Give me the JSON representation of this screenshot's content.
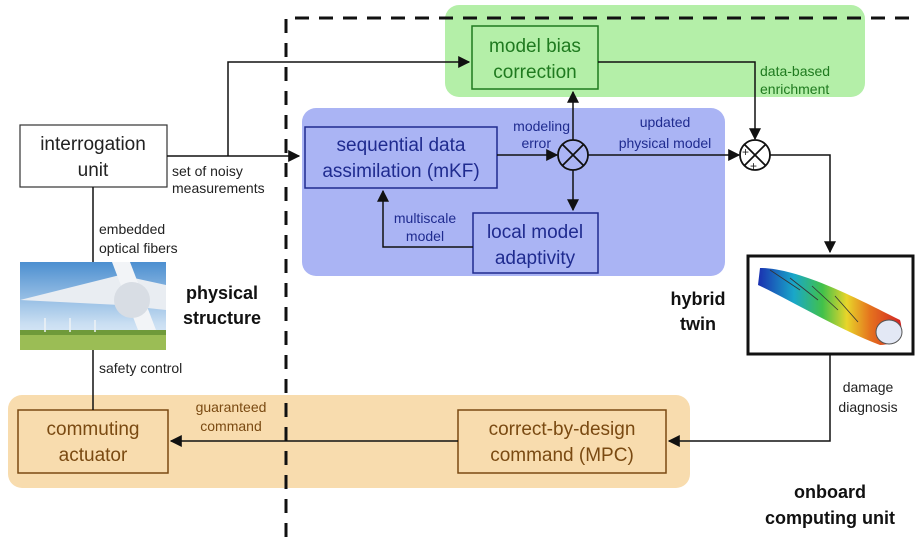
{
  "boxes": {
    "model_bias_line1": "model bias",
    "model_bias_line2": "correction",
    "sda_line1": "sequential data",
    "sda_line2": "assimilation (mKF)",
    "local_line1": "local model",
    "local_line2": "adaptivity",
    "interrogation_line1": "interrogation",
    "interrogation_line2": "unit",
    "cbd_line1": "correct-by-design",
    "cbd_line2": "command (MPC)",
    "actuator_line1": "commuting",
    "actuator_line2": "actuator"
  },
  "labels": {
    "noisy_line1": "set of noisy",
    "noisy_line2": "measurements",
    "modeling_error_line1": "modeling",
    "modeling_error_line2": "error",
    "updated_line1": "updated",
    "updated_line2": "physical model",
    "data_based_line1": "data-based",
    "data_based_line2": "enrichment",
    "multiscale_line1": "multiscale",
    "multiscale_line2": "model",
    "embedded_line1": "embedded",
    "embedded_line2": "optical fibers",
    "safety_control": "safety control",
    "guaranteed_line1": "guaranteed",
    "guaranteed_line2": "command",
    "damage_line1": "damage",
    "damage_line2": "diagnosis",
    "plus_top": "+",
    "plus_bottom": "+"
  },
  "titles": {
    "physical_line1": "physical",
    "physical_line2": "structure",
    "hybrid_line1": "hybrid",
    "hybrid_line2": "twin",
    "onboard_line1": "onboard",
    "onboard_line2": "computing unit"
  },
  "colors": {
    "green_region": "#b4efa8",
    "blue_region": "#aab4f4",
    "orange_region": "#f8dcae",
    "green_text": "#1f7a1f",
    "blue_text": "#1f2b8f",
    "orange_text": "#7a4a12"
  }
}
